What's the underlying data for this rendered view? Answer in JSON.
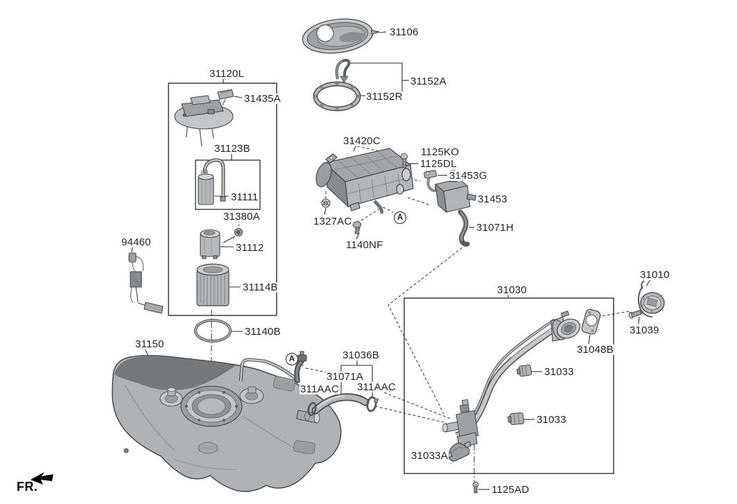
{
  "page": {
    "background": "#ffffff",
    "kind": "exploded-parts-diagram"
  },
  "footer": {
    "orientation_label": "FR."
  },
  "ref_marker": {
    "letter": "A"
  },
  "labels": {
    "l31106": "31106",
    "l31152A": "31152A",
    "l31152R": "31152R",
    "l31120L": "31120L",
    "l31435A": "31435A",
    "l31123B": "31123B",
    "l31111": "31111",
    "l31380A": "31380A",
    "l31112": "31112",
    "l31114B": "31114B",
    "l31140B": "31140B",
    "l94460": "94460",
    "l31150": "31150",
    "l31420C": "31420C",
    "l1125KO": "1125KO",
    "l1125DL": "1125DL",
    "l31453G": "31453G",
    "l31453": "31453",
    "l1327AC": "1327AC",
    "l1140NF": "1140NF",
    "l31071H": "31071H",
    "l31030": "31030",
    "l31010": "31010",
    "l31039": "31039",
    "l31048B": "31048B",
    "l31033_upper": "31033",
    "l31033_lower": "31033",
    "l31033A": "31033A",
    "l1125AD": "1125AD",
    "l31036B": "31036B",
    "l31071A": "31071A",
    "l311AAC_left": "311AAC",
    "l311AAC_right": "311AAC"
  },
  "colors": {
    "line": "#2b2e30",
    "label_text": "#1f2122",
    "part_light": "#d4d6d8",
    "part_mid": "#b2b5b7",
    "part_dark": "#84878a",
    "hose_dark": "#57595c",
    "background": "#ffffff"
  }
}
